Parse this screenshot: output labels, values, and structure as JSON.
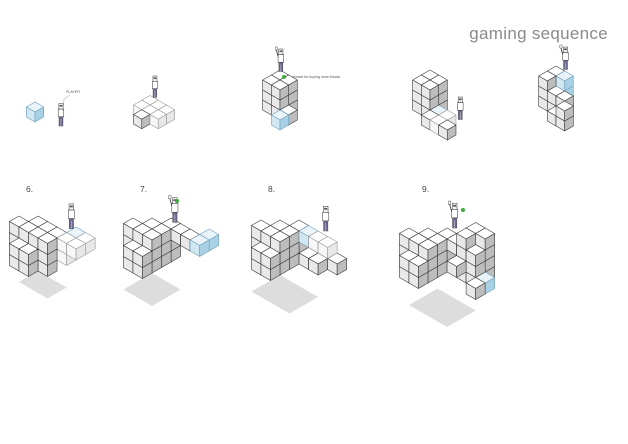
{
  "title": "gaming sequence",
  "steps": [
    "6.",
    "7.",
    "8.",
    "9."
  ],
  "annotations": {
    "player": "PLAYER",
    "reward": "= reward for buying more blocks"
  },
  "colors": {
    "cube_top": "#ffffff",
    "cube_left": "#e9e9e9",
    "cube_right": "#bdbdbd",
    "ghost_top": "#ffffff",
    "ghost_left": "#f7f7f7",
    "ghost_right": "#e8e8e8",
    "blue_top": "#e8f4fa",
    "blue_left": "#d1e8f3",
    "blue_right": "#a9d1e5",
    "shadow": "#dddddd",
    "figure_legs": "#6f6a92",
    "reward": "#3cab3c"
  }
}
